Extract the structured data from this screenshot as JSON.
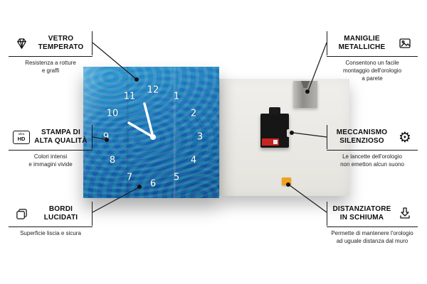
{
  "clock": {
    "numbers": [
      "12",
      "1",
      "2",
      "3",
      "4",
      "5",
      "6",
      "7",
      "8",
      "9",
      "10",
      "11"
    ]
  },
  "icons": {
    "gear_glyph": "⚙",
    "ultra_hd_line1": "ultra",
    "ultra_hd_line2": "HD",
    "names": [
      "diamond-icon",
      "ultra-hd-icon",
      "layers-icon",
      "picture-icon",
      "gear-icon",
      "down-arrow-icon"
    ]
  },
  "colors": {
    "clock_blue": "#1a6cb8",
    "foam_orange": "#f2a11e",
    "battery_red": "#c9251f",
    "line_black": "#1a1a1a"
  },
  "callouts": {
    "left": [
      {
        "title": "VETRO\nTEMPERATO",
        "desc": "Resistenza a rotture\ne graffi"
      },
      {
        "title": "STAMPA DI\nALTA QUALITÀ",
        "desc": "Colori intensi\ne immagini vivide"
      },
      {
        "title": "BORDI\nLUCIDATI",
        "desc": "Superficie liscia e sicura"
      }
    ],
    "right": [
      {
        "title": "MANIGLIE\nMETALLICHE",
        "desc": "Consentono un facile\nmontaggio dell'orologio\na parete"
      },
      {
        "title": "MECCANISMO\nSILENZIOSO",
        "desc": "Le lancette dell'orologio\nnon emetton alcun suono"
      },
      {
        "title": "DISTANZIATORE\nIN SCHIUMA",
        "desc": "Permette di mantenere l'orologio\nad uguale distanza dal muro"
      }
    ]
  }
}
